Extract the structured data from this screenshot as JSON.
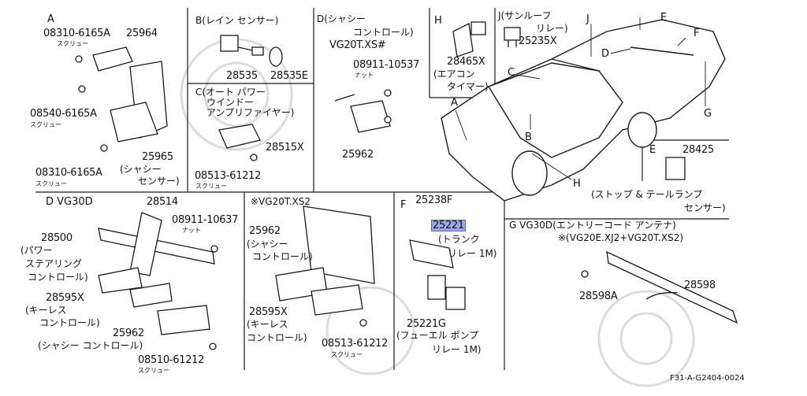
{
  "diagram_code": "F31-A-G2404-0024",
  "labels": {
    "a_sec": "A",
    "a_p1": "08310-6165A",
    "a_p2": "25964",
    "a_s1": "スクリュー",
    "a_p3": "08540-6165A",
    "a_s2": "スクリュー",
    "a_p4": "25965",
    "a_d1": "(シャシー",
    "a_d2": "センサー)",
    "a_p5": "08310-6165A",
    "a_s3": "スクリュー",
    "b_sec": "B(レイン センサー)",
    "b_p1": "28535",
    "b_p2": "28535E",
    "c_sec": "C(オート パワー",
    "c_d1": "ウインドー",
    "c_d2": "アンプリファイヤー)",
    "c_p1": "28515X",
    "c_p2": "08513-61212",
    "c_s1": "スクリュー",
    "d_sec": "D(シャシー",
    "d_d1": "コントロール)",
    "d_d2": "VG20T.XS#",
    "d_p1": "08911-10537",
    "d_s1": "ナット",
    "d_p2": "25962",
    "h_sec": "H",
    "h_p1": "28465X",
    "h_d1": "(エアコン",
    "h_d2": "タイマー)",
    "j_sec": "J(サンルーフ",
    "j_d1": "リレー)",
    "j_p1": "25235X",
    "car_e": "E",
    "car_j": "J",
    "car_f": "F",
    "car_d": "D",
    "car_c": "C",
    "car_a": "A",
    "car_b": "B",
    "car_g": "G",
    "car_h": "H",
    "e_sec": "E",
    "e_p1": "28425",
    "e_d1": "(ストップ & テールランプ",
    "e_d2": "センサー)",
    "d2_sec": "D VG30D",
    "d2_p1": "28514",
    "d2_p2": "08911-10637",
    "d2_s1": "ナット",
    "d2_p3": "28500",
    "d2_d1": "(パワー",
    "d2_d2": "ステアリング",
    "d2_d3": "コントロール)",
    "d2_p4": "28595X",
    "d2_d4": "(キーレス",
    "d2_d5": "コントロール)",
    "d2_p5": "25962",
    "d2_d6": "(シャシー コントロール)",
    "d2_p6": "08510-61212",
    "d2_s2": "スクリュー",
    "x_sec": "※VG20T.XS2",
    "x_p1": "25962",
    "x_d1": "(シャシー",
    "x_d2": "コントロール)",
    "x_p2": "28595X",
    "x_d3": "(キーレス",
    "x_d4": "コントロール)",
    "x_p3": "08513-61212",
    "x_s1": "スクリュー",
    "f_sec": "F",
    "f_p1": "25238F",
    "f_p2": "25221",
    "f_d1": "(トランク",
    "f_d2": "リレー 1M)",
    "f_p3": "25221G",
    "f_d3": "(フューエル ポンプ",
    "f_d4": "リレー 1M)",
    "g_sec": "G VG30D(エントリーコード アンテナ)",
    "g_d1": "※(VG20E.XJ2+VG20T.XS2)",
    "g_p1": "28598A",
    "g_p2": "28598"
  },
  "colors": {
    "line": "#1a1a1a",
    "highlight": "#9aa6e8",
    "watermark": "#d9d9d9"
  }
}
